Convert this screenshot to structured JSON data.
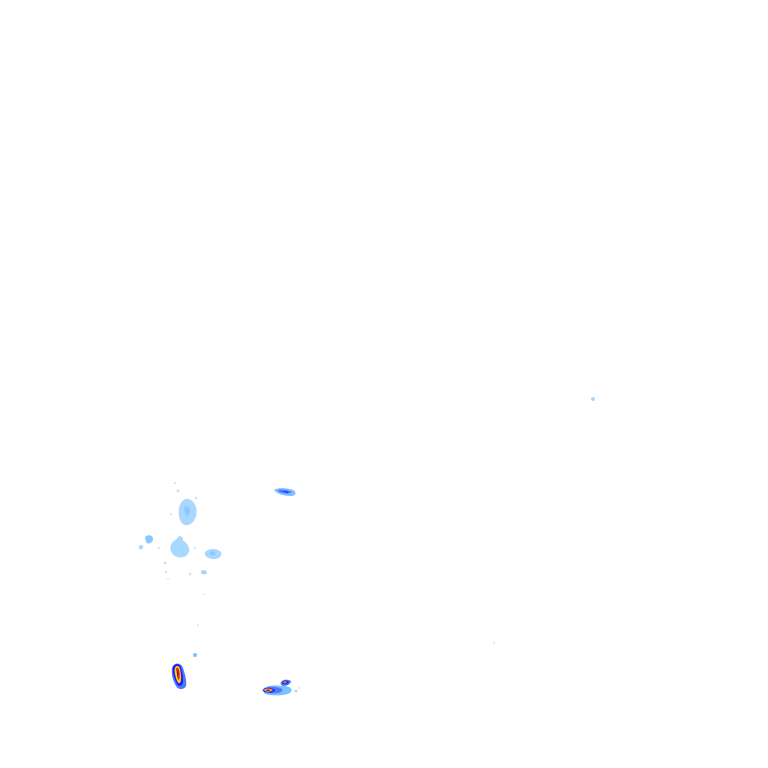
{
  "map": {
    "layer": "radar-reflectivity-overlay",
    "background": "#ffffff",
    "colors": {
      "very_light": "#a8d8ff",
      "light": "#7fbfff",
      "moderate": "#4a7bff",
      "heavy": "#1a1aff",
      "intense": "#ffd400",
      "extreme": "#e0201a",
      "core": "#7a0a0a"
    },
    "echo_cells": [
      {
        "id": "cell-northwest",
        "intensity": "very_light"
      },
      {
        "id": "cell-west-scatter",
        "intensity": "light"
      },
      {
        "id": "cell-north-central",
        "intensity": "heavy"
      },
      {
        "id": "cell-east-speck",
        "intensity": "very_light"
      },
      {
        "id": "cell-southwest-storm",
        "intensity": "extreme"
      },
      {
        "id": "cell-south-storm",
        "intensity": "extreme"
      }
    ]
  }
}
